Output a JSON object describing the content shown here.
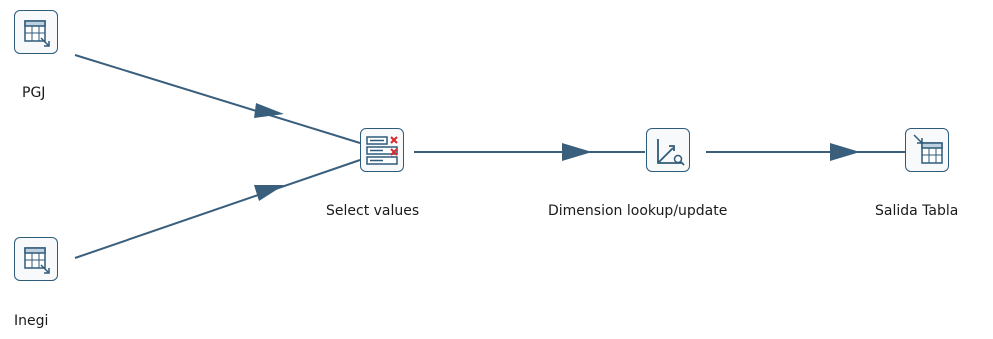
{
  "steps": {
    "pgj": {
      "label": "PGJ",
      "icon": "table-input-icon"
    },
    "inegi": {
      "label": "Inegi",
      "icon": "table-input-icon"
    },
    "select_values": {
      "label": "Select values",
      "icon": "select-values-icon"
    },
    "dimension_lookup": {
      "label": "Dimension lookup/update",
      "icon": "dimension-lookup-icon"
    },
    "salida_tabla": {
      "label": "Salida Tabla",
      "icon": "table-output-icon"
    }
  },
  "hops": [
    {
      "from": "PGJ",
      "to": "Select values"
    },
    {
      "from": "Inegi",
      "to": "Select values"
    },
    {
      "from": "Select values",
      "to": "Dimension lookup/update"
    },
    {
      "from": "Dimension lookup/update",
      "to": "Salida Tabla"
    }
  ],
  "colors": {
    "hop": "#3a5f7d",
    "icon_stroke": "#2f5b7a",
    "icon_bg": "#f7f9fb",
    "accent_red": "#d9262c",
    "label": "#1a1a1a"
  }
}
